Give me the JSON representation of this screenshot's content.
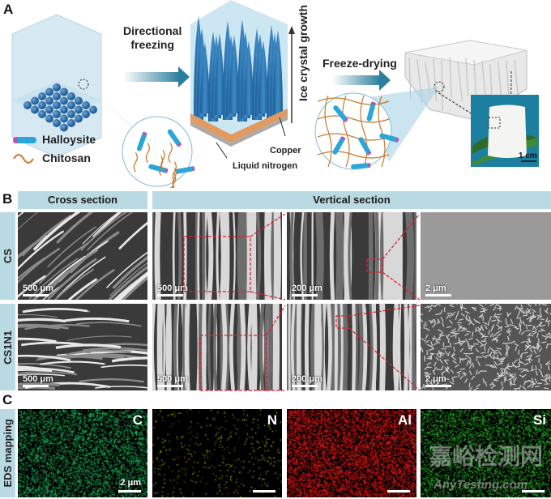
{
  "panel_a": {
    "label": "A",
    "step1": "Directional\nfreezing",
    "step1_line1": "Directional",
    "step1_line2": "freezing",
    "growth": "Ice crystal growth",
    "step2": "Freeze-drying",
    "copper": "Copper",
    "liquid_nitrogen": "Liquid nitrogen",
    "legend": [
      {
        "label": "Halloysite",
        "icon": "halloysite-tube-icon"
      },
      {
        "label": "Chitosan",
        "icon": "chitosan-chain-icon"
      }
    ],
    "photo_scale": "1 cm",
    "colors": {
      "ice": "#cfe6f2",
      "crystal": "#2d6fa8",
      "arrow": "#2b7f9e",
      "chitosan": "#c8782c",
      "tube": "#2aa6d8"
    }
  },
  "panel_b": {
    "label": "B",
    "headers": [
      "Cross section",
      "Vertical section"
    ],
    "rows": [
      {
        "label": "CS",
        "scales": [
          "500 μm",
          "500 μm",
          "200 μm",
          "2 μm"
        ]
      },
      {
        "label": "CS1N1",
        "scales": [
          "500 μm",
          "500 μm",
          "200 μm",
          "2 μm"
        ]
      }
    ]
  },
  "panel_c": {
    "label": "C",
    "row_label": "EDS mapping",
    "maps": [
      {
        "element": "C",
        "color": "#22d36a",
        "scale": "2 μm"
      },
      {
        "element": "N",
        "color": "#d8d800",
        "scale": ""
      },
      {
        "element": "Al",
        "color": "#ff1a1a",
        "scale": ""
      },
      {
        "element": "Si",
        "color": "#2ec82e",
        "scale": ""
      }
    ]
  },
  "watermark": {
    "cn": "嘉峪检测网",
    "en": "AnyTesting.com"
  }
}
